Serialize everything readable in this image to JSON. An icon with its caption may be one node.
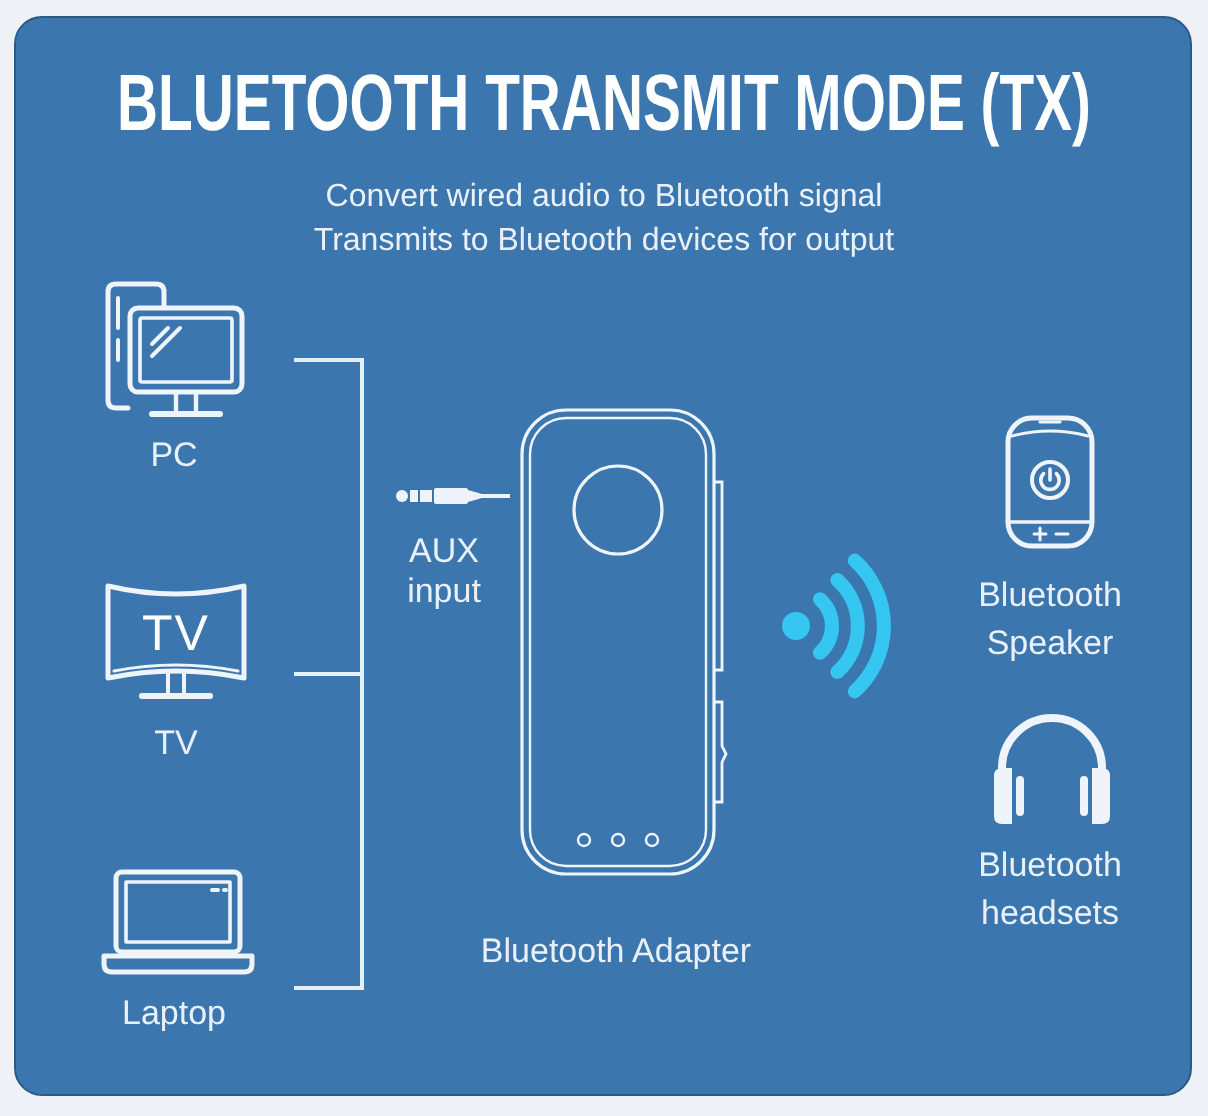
{
  "diagram": {
    "title": "BLUETOOTH TRANSMIT MODE (TX)",
    "nodes": [
      {
        "text": [
          "TV"
        ],
        "beside": [
          "TV"
        ]
      }
    ],
    "labels": [
      "Convert wired audio to Bluetooth signal",
      "Transmits to Bluetooth devices for output",
      "PC",
      "AUX input",
      "Bluetooth Speaker",
      "Bluetooth headsets",
      "Bluetooth Adapter",
      "Laptop"
    ]
  }
}
